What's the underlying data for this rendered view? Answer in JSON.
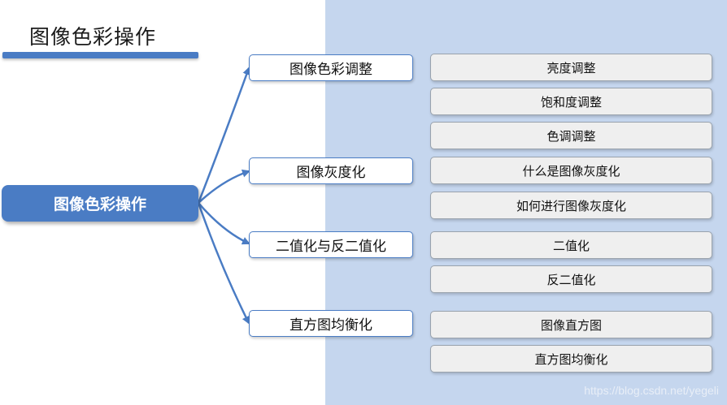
{
  "slide": {
    "title": "图像色彩操作"
  },
  "root": {
    "label": "图像色彩操作"
  },
  "branches": [
    {
      "label": "图像色彩调整",
      "items": [
        "亮度调整",
        "饱和度调整",
        "色调调整"
      ]
    },
    {
      "label": "图像灰度化",
      "items": [
        "什么是图像灰度化",
        "如何进行图像灰度化"
      ]
    },
    {
      "label": "二值化与反二值化",
      "items": [
        "二值化",
        "反二值化"
      ]
    },
    {
      "label": "直方图均衡化",
      "items": [
        "图像直方图",
        "直方图均衡化"
      ]
    }
  ],
  "watermark": "https://blog.csdn.net/yegeli",
  "colors": {
    "accent": "#4a7cc4",
    "panel": "#c5d6ee",
    "leaf_fill": "#efefef"
  }
}
